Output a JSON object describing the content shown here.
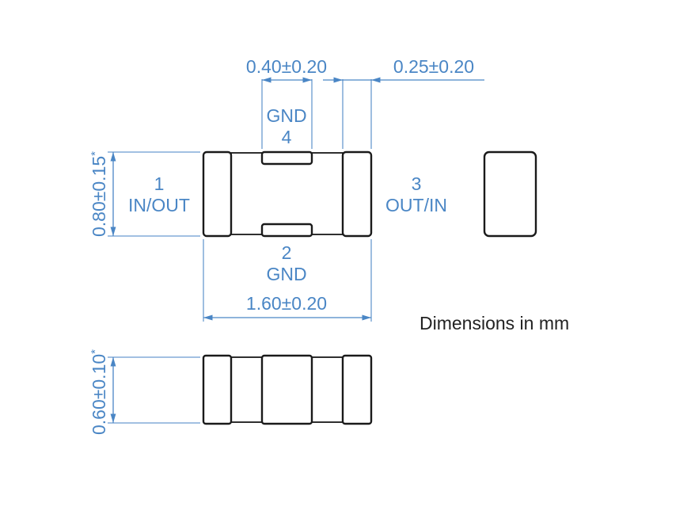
{
  "title": "Component package dimensions",
  "colors": {
    "dimension": "#4a86c5",
    "outline": "#1a1a1a",
    "note": "#222222"
  },
  "dimensions": {
    "pad_width": "0.40±0.20",
    "gap_end_to_edge": "0.25±0.20",
    "length": "1.60±0.20",
    "width": "0.80±0.15",
    "width_asterisk": "*",
    "height": "0.60±0.10",
    "height_asterisk": "*"
  },
  "pins": {
    "pin1_number": "1",
    "pin1_label": "IN/OUT",
    "pin2_number": "2",
    "pin2_label": "GND",
    "pin3_number": "3",
    "pin3_label": "OUT/IN",
    "pin4_number": "4",
    "pin4_label": "GND"
  },
  "note": "Dimensions in mm"
}
